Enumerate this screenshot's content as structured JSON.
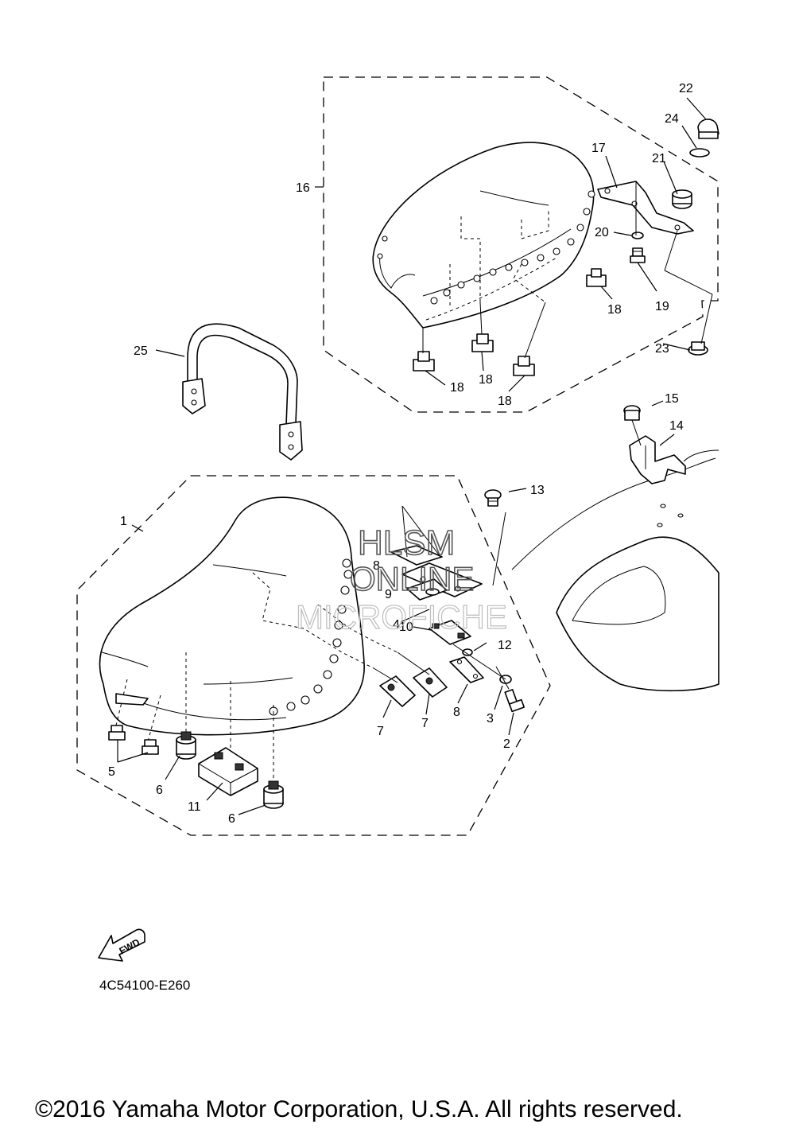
{
  "diagram": {
    "code": "4C54100-E260",
    "copyright": "©2016 Yamaha Motor Corporation, U.S.A. All rights reserved.",
    "fwd_label": "FWD",
    "watermark": [
      "HLSM",
      "ONLINE",
      "MICROFICHE"
    ]
  },
  "callouts": [
    {
      "id": "c1",
      "text": "1"
    },
    {
      "id": "c2",
      "text": "2"
    },
    {
      "id": "c3",
      "text": "3"
    },
    {
      "id": "c4",
      "text": "4"
    },
    {
      "id": "c5",
      "text": "5"
    },
    {
      "id": "c6a",
      "text": "6"
    },
    {
      "id": "c6b",
      "text": "6"
    },
    {
      "id": "c7a",
      "text": "7"
    },
    {
      "id": "c7b",
      "text": "7"
    },
    {
      "id": "c8a",
      "text": "8"
    },
    {
      "id": "c8b",
      "text": "8"
    },
    {
      "id": "c9",
      "text": "9"
    },
    {
      "id": "c10",
      "text": "10"
    },
    {
      "id": "c11",
      "text": "11"
    },
    {
      "id": "c12",
      "text": "12"
    },
    {
      "id": "c13",
      "text": "13"
    },
    {
      "id": "c14",
      "text": "14"
    },
    {
      "id": "c15",
      "text": "15"
    },
    {
      "id": "c16",
      "text": "16"
    },
    {
      "id": "c17",
      "text": "17"
    },
    {
      "id": "c18a",
      "text": "18"
    },
    {
      "id": "c18b",
      "text": "18"
    },
    {
      "id": "c18c",
      "text": "18"
    },
    {
      "id": "c18d",
      "text": "18"
    },
    {
      "id": "c19",
      "text": "19"
    },
    {
      "id": "c20",
      "text": "20"
    },
    {
      "id": "c21",
      "text": "21"
    },
    {
      "id": "c22",
      "text": "22"
    },
    {
      "id": "c23",
      "text": "23"
    },
    {
      "id": "c24",
      "text": "24"
    },
    {
      "id": "c25",
      "text": "25"
    }
  ]
}
